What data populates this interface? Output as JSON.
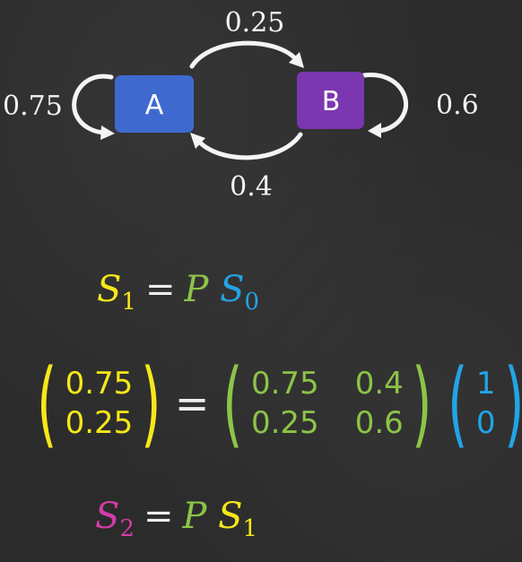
{
  "diagram": {
    "nodes": [
      {
        "id": "A",
        "label": "A",
        "color": "#3e6ad0"
      },
      {
        "id": "B",
        "label": "B",
        "color": "#7b37b0"
      }
    ],
    "edges": [
      {
        "from": "A",
        "to": "B",
        "label": "0.25"
      },
      {
        "from": "B",
        "to": "A",
        "label": "0.4"
      },
      {
        "from": "A",
        "to": "A",
        "label": "0.75"
      },
      {
        "from": "B",
        "to": "B",
        "label": "0.6"
      }
    ]
  },
  "eq1": {
    "lhs": "S",
    "lhs_sub": "1",
    "op": "=",
    "rhs1": "P",
    "rhs2": "S",
    "rhs2_sub": "0"
  },
  "eq2": {
    "lhs": [
      "0.75",
      "0.25"
    ],
    "op": "=",
    "matrix": [
      [
        "0.75",
        "0.4"
      ],
      [
        "0.25",
        "0.6"
      ]
    ],
    "vector": [
      "1",
      "0"
    ]
  },
  "eq3": {
    "lhs": "S",
    "lhs_sub": "2",
    "op": "=",
    "rhs1": "P",
    "rhs2": "S",
    "rhs2_sub": "1"
  },
  "colors": {
    "yellow": "#f6e71a",
    "green": "#8cc447",
    "blue": "#22a4e6",
    "magenta": "#d23ca6",
    "chalk": "#f4f4f4",
    "board": "#2b2b2b"
  }
}
